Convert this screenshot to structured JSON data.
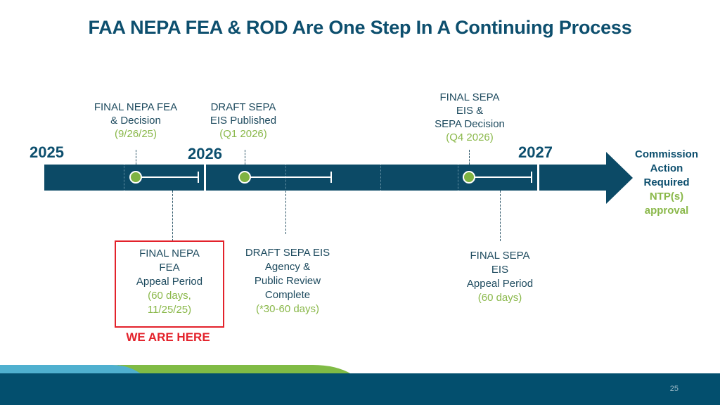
{
  "slide": {
    "title": "FAA NEPA FEA & ROD Are One Step In A Continuing Process",
    "page_number": "25"
  },
  "timeline": {
    "years": [
      "2025",
      "2026",
      "2027"
    ],
    "top_milestones": [
      {
        "lines": [
          "FINAL NEPA FEA",
          "& Decision"
        ],
        "date": "(9/26/25)"
      },
      {
        "lines": [
          "DRAFT SEPA",
          "EIS Published"
        ],
        "date": "(Q1 2026)"
      },
      {
        "lines": [
          "FINAL SEPA",
          "EIS &",
          "SEPA Decision"
        ],
        "date": "(Q4 2026)"
      }
    ],
    "bottom_milestones": [
      {
        "lines": [
          "FINAL NEPA",
          "FEA",
          "Appeal Period"
        ],
        "date_lines": [
          "(60 days,",
          "11/25/25)"
        ]
      },
      {
        "lines": [
          "DRAFT SEPA EIS",
          "Agency &",
          "Public Review",
          "Complete"
        ],
        "date_lines": [
          "(*30-60 days)"
        ]
      },
      {
        "lines": [
          "FINAL SEPA",
          "EIS",
          "Appeal Period"
        ],
        "date_lines": [
          "(60 days)"
        ]
      }
    ],
    "current_marker": "WE ARE HERE",
    "end_note": {
      "lines": [
        "Commission",
        "Action",
        "Required"
      ],
      "green_lines": [
        "NTP(s)",
        "approval"
      ]
    }
  },
  "colors": {
    "title": "#0d4f6e",
    "bar": "#0c4a66",
    "accent_green": "#8ab84a",
    "marker_green": "#7fb342",
    "highlight_red": "#e3222b",
    "footer": "#034f6e",
    "footer_blue_wave": "#4fb0cf",
    "footer_green_wave": "#80bb45"
  }
}
